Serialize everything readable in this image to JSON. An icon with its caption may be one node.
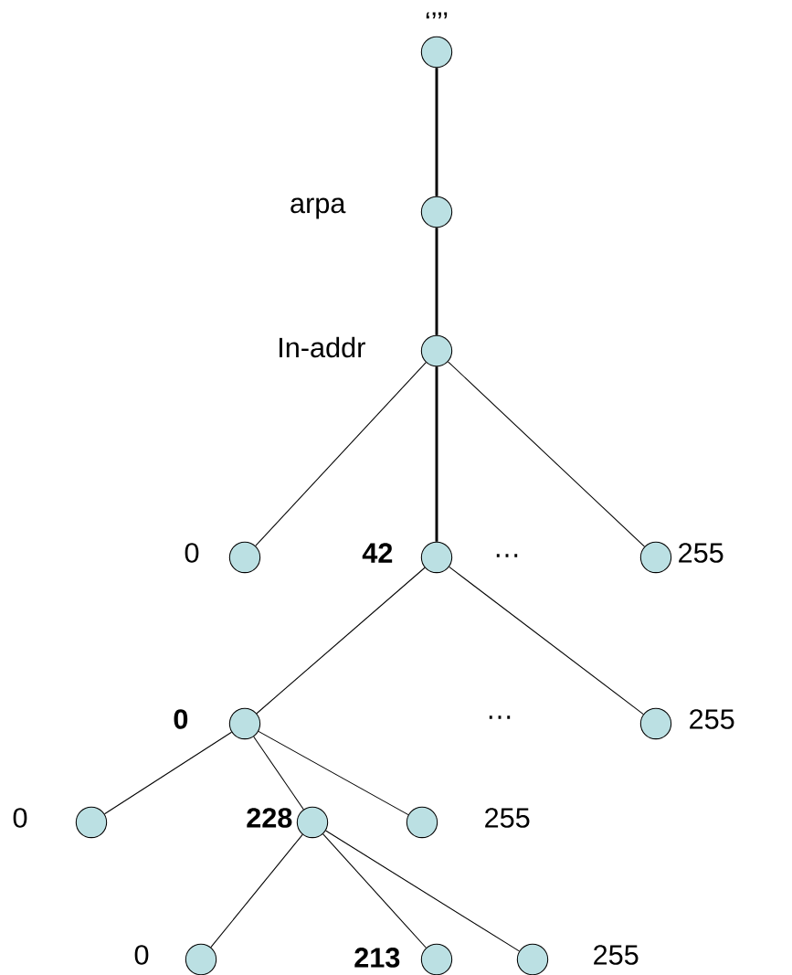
{
  "diagram": {
    "nodes": [
      {
        "text": [],
        "shape": "circle",
        "beside": [
          "‘’’’"
        ]
      },
      {
        "text": [],
        "shape": "circle",
        "beside": [
          "arpa"
        ]
      },
      {
        "text": [],
        "shape": "circle",
        "beside": [
          "In-addr"
        ]
      },
      {
        "text": [],
        "shape": "circle",
        "beside": [
          "0"
        ]
      },
      {
        "text": [],
        "shape": "circle",
        "beside": [
          "**42**"
        ]
      },
      {
        "text": [],
        "shape": "circle",
        "beside": [
          "255"
        ]
      },
      {
        "text": [],
        "shape": "circle",
        "beside": [
          "**0**"
        ]
      },
      {
        "text": [],
        "shape": "circle",
        "beside": [
          "255"
        ]
      },
      {
        "text": [],
        "shape": "circle",
        "beside": [
          "0"
        ]
      },
      {
        "text": [],
        "shape": "circle",
        "beside": [
          "**228**"
        ]
      },
      {
        "text": [],
        "shape": "circle",
        "beside": [
          "255"
        ]
      },
      {
        "text": [],
        "shape": "circle",
        "beside": [
          "0"
        ]
      },
      {
        "text": [],
        "shape": "circle",
        "beside": [
          "**213**"
        ]
      },
      {
        "text": [],
        "shape": "circle",
        "beside": [
          "255"
        ]
      }
    ],
    "edges": [
      {
        "from": 0,
        "to": 1,
        "arrow": "none",
        "style": "thick"
      },
      {
        "from": 1,
        "to": 2,
        "arrow": "none",
        "style": "thick"
      },
      {
        "from": 2,
        "to": 3,
        "arrow": "none"
      },
      {
        "from": 2,
        "to": 4,
        "arrow": "none",
        "style": "thick"
      },
      {
        "from": 2,
        "to": 5,
        "arrow": "none"
      },
      {
        "from": 4,
        "to": 6,
        "arrow": "none"
      },
      {
        "from": 4,
        "to": 7,
        "arrow": "none"
      },
      {
        "from": 6,
        "to": 8,
        "arrow": "none"
      },
      {
        "from": 6,
        "to": 9,
        "arrow": "none"
      },
      {
        "from": 6,
        "to": 10,
        "arrow": "none"
      },
      {
        "from": 9,
        "to": 11,
        "arrow": "none"
      },
      {
        "from": 9,
        "to": 12,
        "arrow": "none"
      },
      {
        "from": 9,
        "to": 13,
        "arrow": "none"
      }
    ],
    "labels": [
      "…",
      "…"
    ]
  }
}
